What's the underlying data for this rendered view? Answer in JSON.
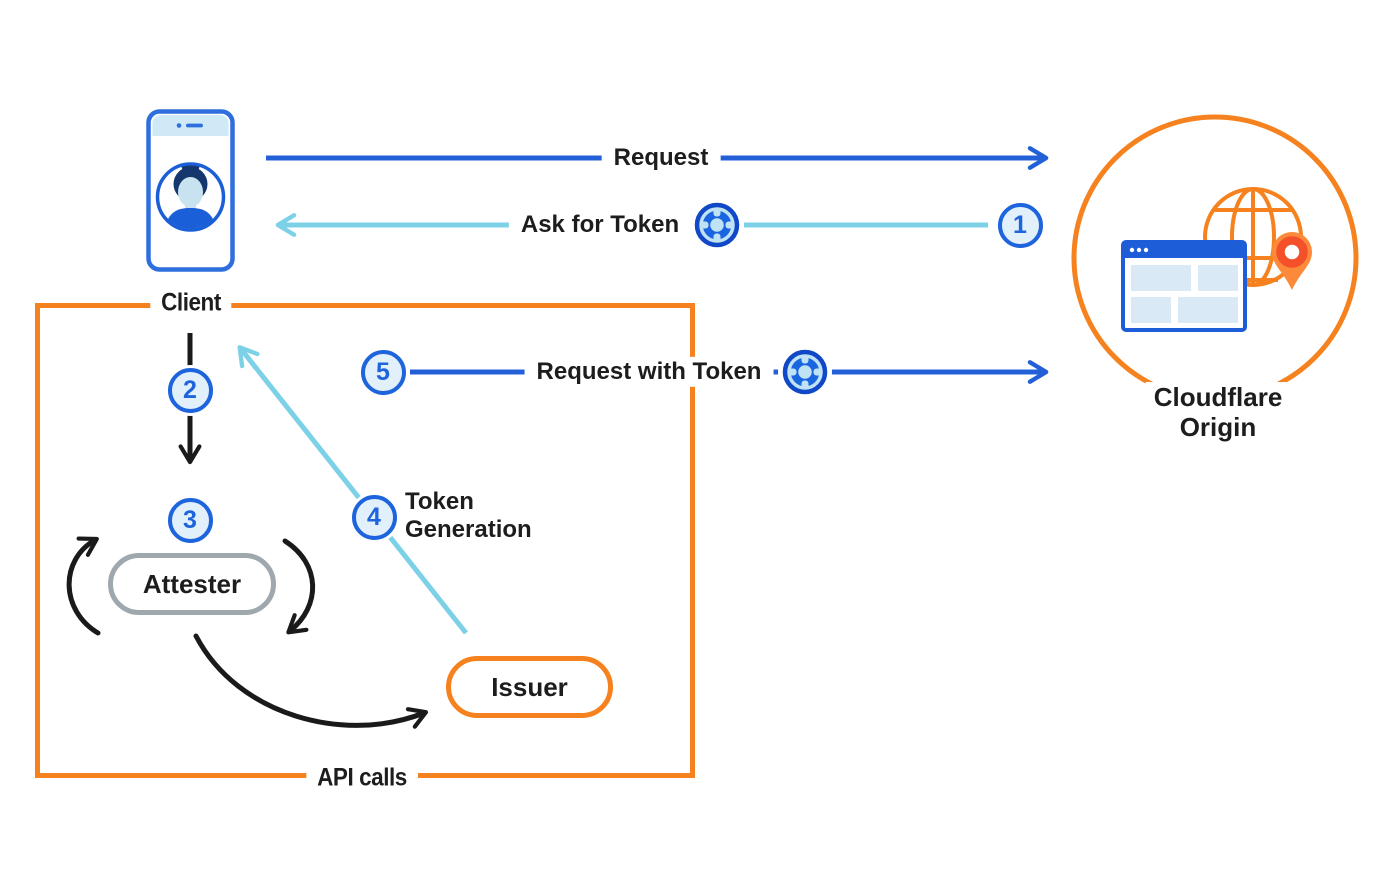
{
  "client": {
    "label": "Client"
  },
  "origin": {
    "label_line1": "Cloudflare",
    "label_line2": "Origin"
  },
  "attester": {
    "label": "Attester"
  },
  "issuer": {
    "label": "Issuer"
  },
  "api_box": {
    "label": "API calls"
  },
  "arrows": {
    "request": {
      "label": "Request"
    },
    "ask_for_token": {
      "label": "Ask for Token"
    },
    "request_with_token": {
      "label": "Request with Token"
    },
    "token_generation": {
      "label_line1": "Token",
      "label_line2": "Generation"
    }
  },
  "steps": {
    "1": "1",
    "2": "2",
    "3": "3",
    "4": "4",
    "5": "5"
  },
  "icons": {
    "client_device": "smartphone-user-icon",
    "token": "privacy-pass-token-icon",
    "origin_globe": "globe-icon",
    "origin_browser": "browser-window-icon",
    "origin_pin": "location-pin-icon"
  },
  "colors": {
    "arrow_blue": "#2360D8",
    "arrow_cyan": "#7DD1E7",
    "arrow_black": "#1A1A1A",
    "orange": "#F6821F",
    "badge_border": "#1D64DD",
    "badge_fill": "#E1F0FB",
    "attester_border": "#9FA8AC",
    "text": "#1D1D1D"
  }
}
